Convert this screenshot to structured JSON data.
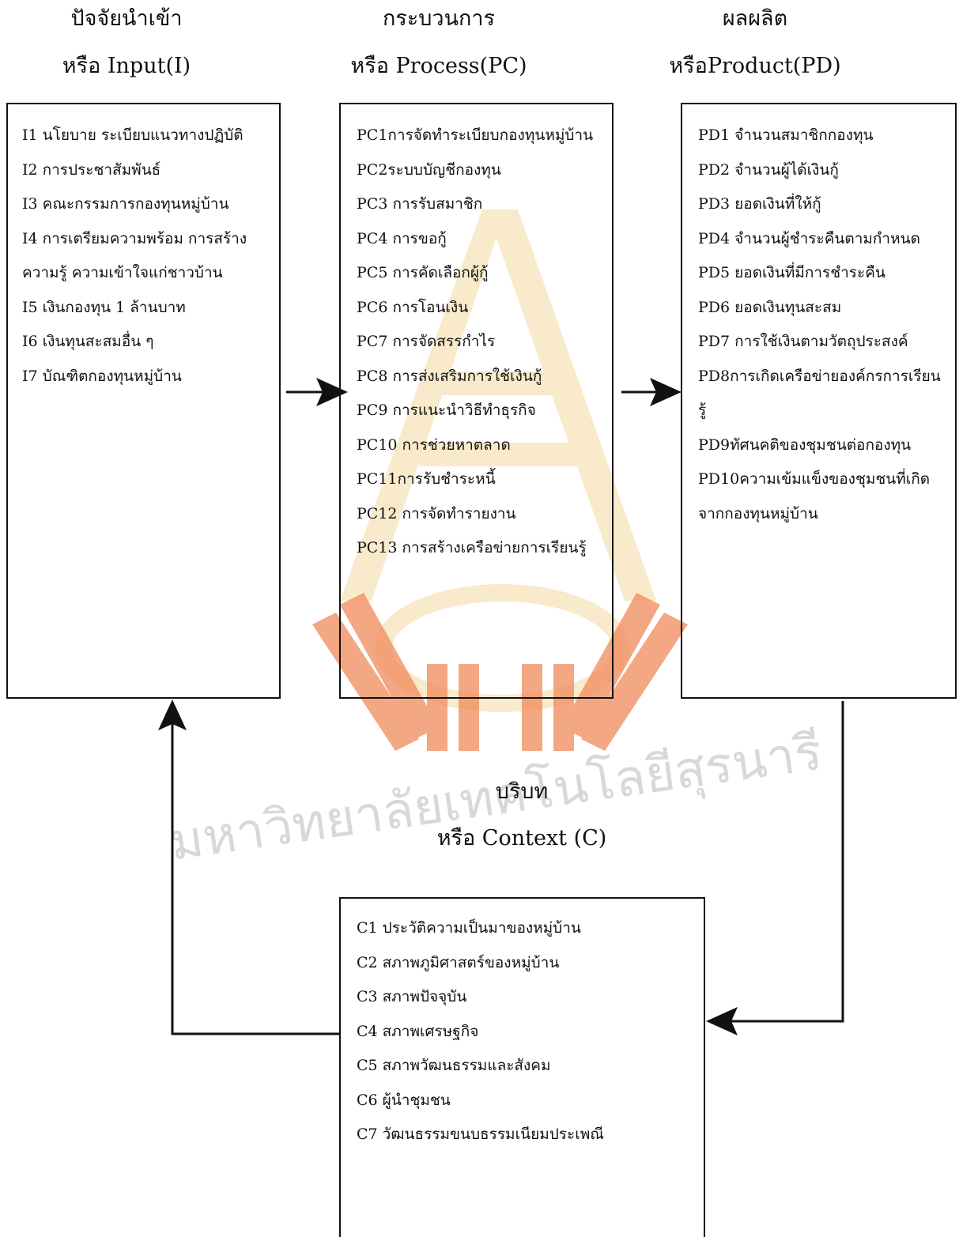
{
  "headers": {
    "input_line1": "ปัจจัยนำเข้า",
    "input_line2": "หรือ Input(I)",
    "process_line1": "กระบวนการ",
    "process_line2": "หรือ Process(PC)",
    "product_line1": "ผลผลิต",
    "product_line2": "หรือProduct(PD)",
    "context_line1": "บริบท",
    "context_line2": "หรือ Context (C)"
  },
  "input_items": [
    "I1 นโยบาย ระเบียบแนวทางปฏิบัติ",
    "I2 การประชาสัมพันธ์",
    "I3 คณะกรรมการกองทุนหมู่บ้าน",
    "I4  การเตรียมความพร้อม  การสร้างความรู้ ความเข้าใจแก่ชาวบ้าน",
    "I5 เงินกองทุน 1 ล้านบาท",
    "I6 เงินทุนสะสมอื่น ๆ",
    "I7 บัณฑิตกองทุนหมู่บ้าน"
  ],
  "process_items": [
    "PC1การจัดทำระเบียบกองทุนหมู่บ้าน",
    "PC2ระบบบัญชีกองทุน",
    "PC3 การรับสมาชิก",
    "PC4 การขอกู้",
    "PC5 การคัดเลือกผู้กู้",
    "PC6 การโอนเงิน",
    "PC7 การจัดสรรกำไร",
    "PC8 การส่งเสริมการใช้เงินกู้",
    "PC9 การแนะนำวิธีทำธุรกิจ",
    "PC10 การช่วยหาตลาด",
    "PC11การรับชำระหนี้",
    "PC12 การจัดทำรายงาน",
    "PC13 การสร้างเครือข่ายการเรียนรู้"
  ],
  "product_items": [
    "PD1 จำนวนสมาชิกกองทุน",
    "PD2 จำนวนผู้ได้เงินกู้",
    "PD3 ยอดเงินที่ให้กู้",
    "PD4 จำนวนผู้ชำระคืนตามกำหนด",
    "PD5 ยอดเงินที่มีการชำระคืน",
    "PD6 ยอดเงินทุนสะสม",
    "PD7 การใช้เงินตามวัตถุประสงค์",
    "PD8การเกิดเครือข่ายองค์กรการเรียนรู้",
    "PD9ทัศนคติของชุมชนต่อกองทุน",
    "PD10ความเข้มแข็งของชุมชนที่เกิดจากกองทุนหมู่บ้าน"
  ],
  "context_items": [
    "C1 ประวัติความเป็นมาของหมู่บ้าน",
    "C2 สภาพภูมิศาสตร์ของหมู่บ้าน",
    "C3 สภาพปัจจุบัน",
    "C4 สภาพเศรษฐกิจ",
    "C5 สภาพวัฒนธรรมและสังคม",
    "C6 ผู้นำชุมชน",
    "C7 วัฒนธรรมขนบธรรมเนียมประเพณี"
  ],
  "watermark": {
    "text": "มหาวิทยาลัยเทคโนโลยีสุรนารี",
    "color": "#f08a5a",
    "tower_color": "#f3d9a0"
  }
}
